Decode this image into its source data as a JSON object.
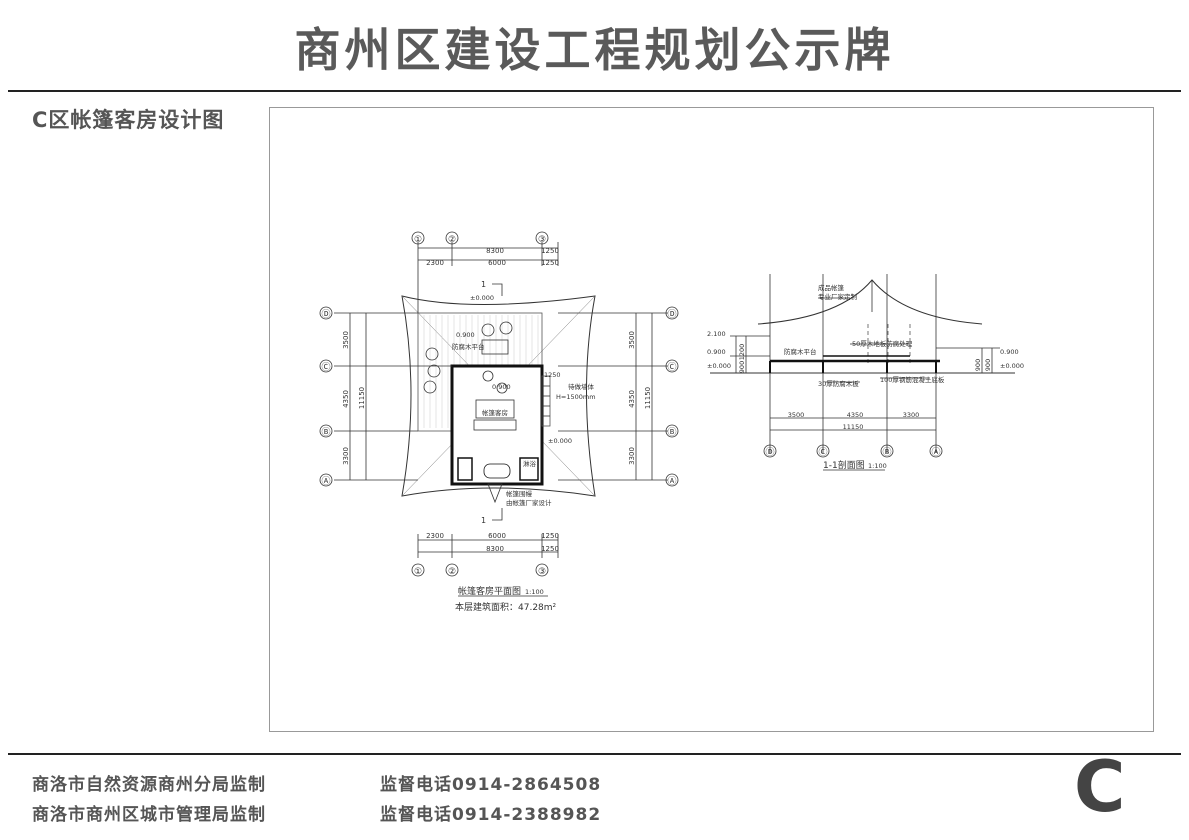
{
  "header": {
    "title": "商州区建设工程规划公示牌"
  },
  "subtitle": "C区帐篷客房设计图",
  "plan": {
    "title": "帐篷客房平面图",
    "scale": "1:100",
    "area_text": "本层建筑面积：47.28m²",
    "top_total": "8300",
    "top_ext": "1250",
    "seg_a": "2300",
    "seg_b": "6000",
    "seg_c": "1250",
    "bottom_total": "8300",
    "bottom_ext": "1250",
    "side_a": "3500",
    "side_b": "4350",
    "side_c": "3300",
    "side_total": "11150",
    "elev_zero_top": "±0.000",
    "elev_zero_right": "±0.000",
    "elev_deck": "0.900",
    "elev_inner": "0.900",
    "cut_label": "1",
    "deck_label": "防腐木平台",
    "room_label": "帐篷客房",
    "note_right": "待做墙体",
    "note_right2": "H=1500mm",
    "note_bottom": "帐篷围幔",
    "note_bottom2": "由帐篷厂家设计",
    "inner_dims": "1250",
    "wc_label": "淋浴",
    "grid_h": [
      "①",
      "②",
      "③"
    ],
    "grid_v": [
      "Ⓓ",
      "Ⓒ",
      "Ⓑ",
      "Ⓐ"
    ]
  },
  "section": {
    "title": "1-1剖面图",
    "scale": "1:100",
    "elev_2100": "2.100",
    "elev_0900": "0.900",
    "elev_zero": "±0.000",
    "elev_0900_r": "0.900",
    "elev_zero_r": "±0.000",
    "deck_label": "防腐木平台",
    "roof_label": "成品帐篷",
    "roof_label2": "专业厂家定制",
    "floor_note": "50厚木地板防腐处理",
    "base_note": "100厚钢筋混凝土底板",
    "pier_note": "30厚防腐木板",
    "dim_a": "3500",
    "dim_b": "4350",
    "dim_c": "3300",
    "dim_total": "11150",
    "dim_v1": "1200",
    "dim_v2": "900",
    "dim_v3": "900",
    "dim_v4": "900",
    "grid": [
      "Ⓓ",
      "Ⓒ",
      "Ⓑ",
      "Ⓐ"
    ]
  },
  "footer": {
    "left1": "商洛市自然资源商州分局监制",
    "left2": "商洛市商州区城市管理局监制",
    "phone1": "监督电话0914-2864508",
    "phone2": "监督电话0914-2388982",
    "zone": "C"
  }
}
